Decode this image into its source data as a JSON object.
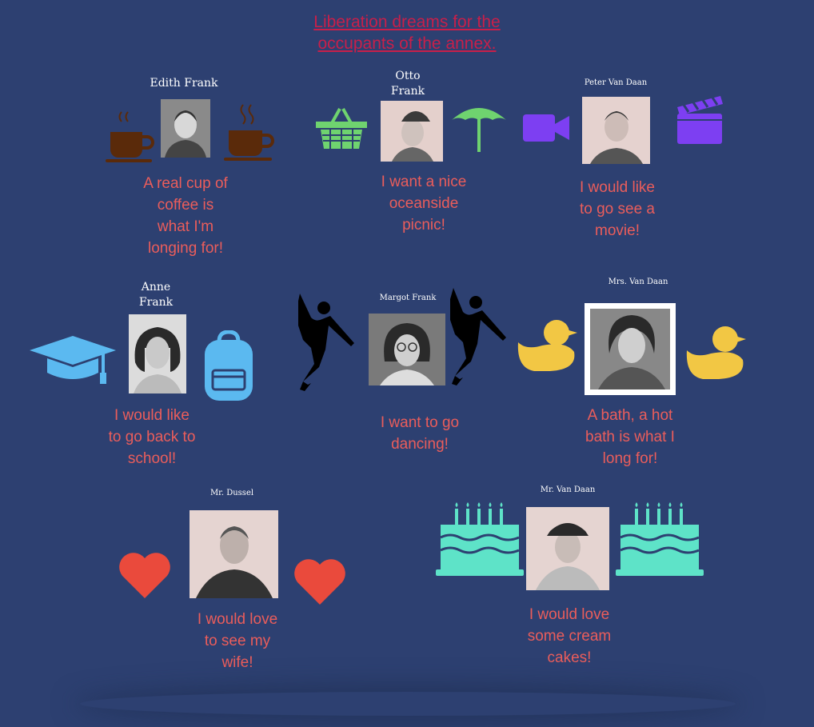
{
  "title": {
    "line1": "Liberation dreams for the",
    "line2": "occupants of the annex."
  },
  "colors": {
    "background": "#2d4071",
    "title": "#c81f4a",
    "caption": "#ea5d5b",
    "coffee": "#5a2a0a",
    "picnic": "#6fd36f",
    "movie": "#7d3ff2",
    "school": "#5bb9f0",
    "dancer": "#000000",
    "duck": "#f2c744",
    "heart": "#ea4a3c",
    "cake": "#5ee3c8"
  },
  "people": {
    "edith": {
      "name": "Edith Frank",
      "caption": [
        "A real cup of",
        "coffee  is",
        "what I'm",
        "longing for!"
      ],
      "icons": [
        "coffee-cup-icon",
        "coffee-cup-icon"
      ]
    },
    "otto": {
      "name_line1": "Otto",
      "name_line2": "Frank",
      "caption": [
        "I want a nice",
        "oceanside",
        "picnic!"
      ],
      "icons": [
        "picnic-basket-icon",
        "beach-umbrella-icon"
      ]
    },
    "peter": {
      "name": "Peter Van Daan",
      "caption": [
        "I would like",
        "to go see a",
        "movie!"
      ],
      "icons": [
        "video-camera-icon",
        "clapperboard-icon"
      ]
    },
    "anne": {
      "name_line1": "Anne",
      "name_line2": "Frank",
      "caption": [
        "I would like",
        "to go back to",
        "school!"
      ],
      "icons": [
        "graduation-cap-icon",
        "backpack-icon"
      ]
    },
    "margot": {
      "name": "Margot Frank",
      "caption": [
        "I want to go",
        "dancing!"
      ],
      "icons": [
        "dancer-icon",
        "dancer-icon"
      ]
    },
    "mrs_van_daan": {
      "name": "Mrs. Van Daan",
      "caption": [
        "A bath, a hot",
        "bath is what I",
        "long for!"
      ],
      "icons": [
        "rubber-duck-icon",
        "rubber-duck-icon"
      ]
    },
    "dussel": {
      "name": "Mr. Dussel",
      "caption": [
        "I would love",
        "to see my",
        "wife!"
      ],
      "icons": [
        "heart-icon",
        "heart-icon"
      ]
    },
    "mr_van_daan": {
      "name": "Mr. Van Daan",
      "caption": [
        "I would love",
        "some cream",
        "cakes!"
      ],
      "icons": [
        "birthday-cake-icon",
        "birthday-cake-icon"
      ]
    }
  }
}
